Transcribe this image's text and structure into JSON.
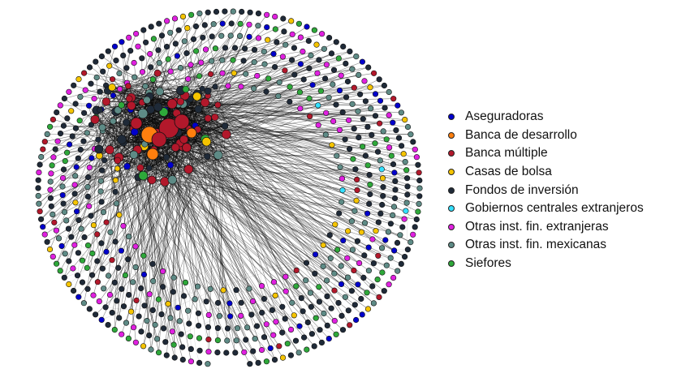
{
  "legend": {
    "items": [
      {
        "label": "Aseguradoras",
        "color": "#0000cc"
      },
      {
        "label": "Banca de desarrollo",
        "color": "#ff7f0e"
      },
      {
        "label": "Banca múltiple",
        "color": "#b2182b"
      },
      {
        "label": "Casas de bolsa",
        "color": "#f5c400"
      },
      {
        "label": "Fondos de inversión",
        "color": "#1f2a38"
      },
      {
        "label": "Gobiernos centrales extranjeros",
        "color": "#33e0ff"
      },
      {
        "label": "Otras inst. fin. extranjeras",
        "color": "#e020e0"
      },
      {
        "label": "Otras inst. fin. mexicanas",
        "color": "#5e8b86"
      },
      {
        "label": "Siefores",
        "color": "#2ea83a"
      }
    ]
  },
  "network": {
    "core_categories": [
      "Banca múltiple",
      "Banca de desarrollo",
      "Fondos de inversión",
      "Otras inst. fin. mexicanas",
      "Casas de bolsa",
      "Siefores"
    ],
    "periphery_category_weights": {
      "Fondos de inversión": 40,
      "Otras inst. fin. mexicanas": 18,
      "Otras inst. fin. extranjeras": 15,
      "Siefores": 9,
      "Aseguradoras": 7,
      "Casas de bolsa": 6,
      "Banca múltiple": 4,
      "Gobiernos centrales extranjeros": 1
    },
    "hub_nodes": [
      {
        "category": "Banca múltiple",
        "size": "large"
      },
      {
        "category": "Banca de desarrollo",
        "size": "large"
      },
      {
        "category": "Banca múltiple",
        "size": "large"
      },
      {
        "category": "Banca de desarrollo",
        "size": "large"
      },
      {
        "category": "Banca múltiple",
        "size": "large"
      },
      {
        "category": "Banca múltiple",
        "size": "medium"
      },
      {
        "category": "Banca de desarrollo",
        "size": "medium"
      },
      {
        "category": "Banca múltiple",
        "size": "medium"
      },
      {
        "category": "Otras inst. fin. mexicanas",
        "size": "medium"
      },
      {
        "category": "Banca múltiple",
        "size": "medium"
      }
    ]
  }
}
